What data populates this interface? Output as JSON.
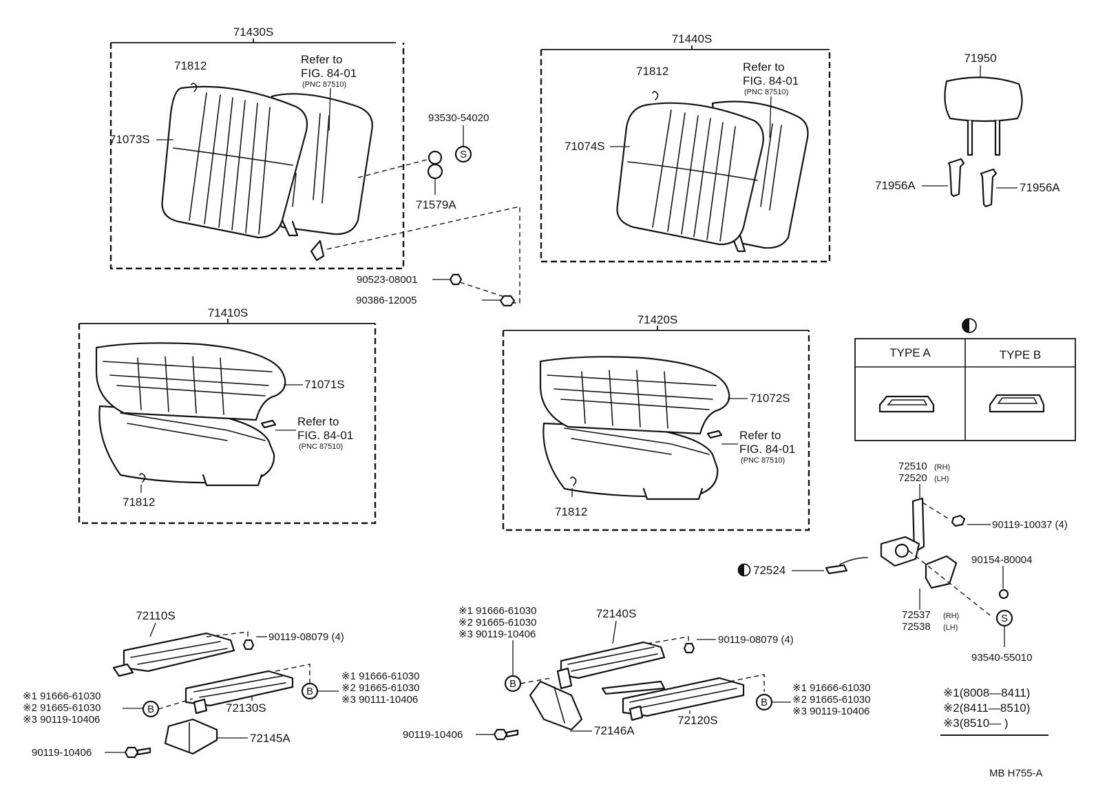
{
  "labels": {
    "p71430S": "71430S",
    "p71812_a": "71812",
    "refer_a1": "Refer to",
    "refer_a2": "FIG. 84-01",
    "refer_a3": "(PNC 87510)",
    "p71073S": "71073S",
    "p93530": "93530-54020",
    "p71579A": "71579A",
    "p90523": "90523-08001",
    "p90386": "90386-12005",
    "p71440S": "71440S",
    "p71812_b": "71812",
    "refer_b1": "Refer to",
    "refer_b2": "FIG. 84-01",
    "refer_b3": "(PNC 87510)",
    "p71074S": "71074S",
    "p71950": "71950",
    "p71956A_l": "71956A",
    "p71956A_r": "71956A",
    "p71410S": "71410S",
    "p71071S": "71071S",
    "refer_c1": "Refer to",
    "refer_c2": "FIG. 84-01",
    "refer_c3": "(PNC 87510)",
    "p71812_c": "71812",
    "p71420S": "71420S",
    "p71072S": "71072S",
    "refer_d1": "Refer to",
    "refer_d2": "FIG. 84-01",
    "refer_d3": "(PNC 87510)",
    "p71812_d": "71812",
    "type_a": "TYPE  A",
    "type_b": "TYPE  B",
    "p72510": "72510",
    "p72520": "72520",
    "rh1": "(RH)",
    "lh1": "(LH)",
    "p90119_10037": "90119-10037 (4)",
    "p90154": "90154-80004",
    "p72524": "72524",
    "p72537": "72537",
    "p72538": "72538",
    "rh2": "(RH)",
    "lh2": "(LH)",
    "p93540": "93540-55010",
    "p72110S": "72110S",
    "p90119_08079_a": "90119-08079 (4)",
    "p72130S": "72130S",
    "lx1a": "※1 91666-61030",
    "lx2a": "※2 91665-61030",
    "lx3a": "※3 90119-10406",
    "rx1a": "※1  91666-61030",
    "rx2a": "※2  91665-61030",
    "rx3a": "※3  90111-10406",
    "p90119_10406_a": "90119-10406",
    "p72145A": "72145A",
    "mx1": "※1 91666-61030",
    "mx2": "※2 91665-61030",
    "mx3": "※3 90119-10406",
    "p72140S": "72140S",
    "p90119_08079_b": "90119-08079 (4)",
    "p72120S": "72120S",
    "rx1b": "※1 91666-61030",
    "rx2b": "※2 91665-61030",
    "rx3b": "※3 90119-10406",
    "p90119_10406_b": "90119-10406",
    "p72146A": "72146A",
    "leg1": "※1(8008―8411)",
    "leg2": "※2(8411―8510)",
    "leg3": "※3(8510―        )",
    "code": "MB  H755-A",
    "circle_s": "S",
    "circle_b": "B"
  }
}
